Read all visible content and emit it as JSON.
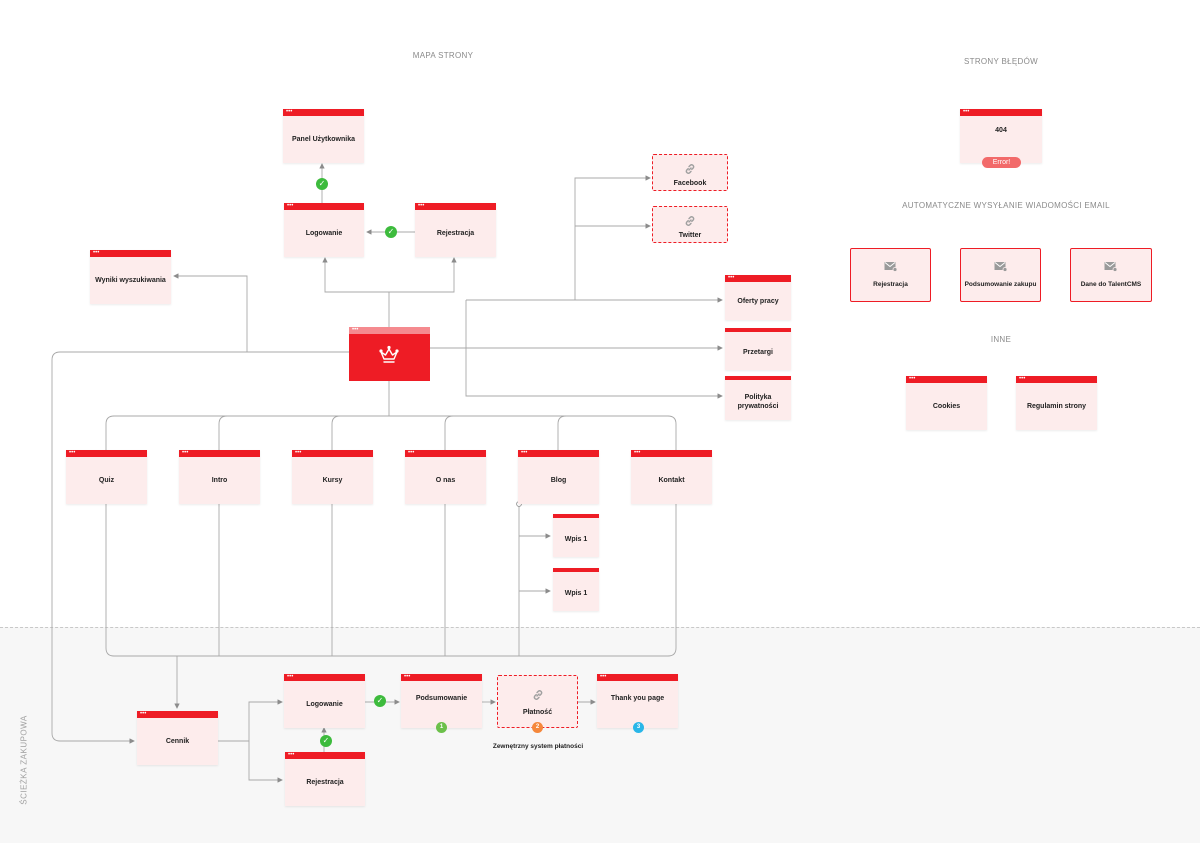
{
  "titles": {
    "sitemap": "MAPA STRONY",
    "errors": "STRONY BŁĘDÓW",
    "emails": "AUTOMATYCZNE WYSYŁANIE WIADOMOŚCI EMAIL",
    "other": "INNE",
    "checkout_path": "ŚCIEŻKA ZAKUPOWA"
  },
  "pages": {
    "panel": "Panel Użytkownika",
    "logowanie": "Logowanie",
    "rejestracja": "Rejestracja",
    "wyniki": "Wyniki wyszukiwania",
    "oferty": "Oferty pracy",
    "przetargi": "Przetargi",
    "polityka": "Polityka prywatności",
    "quiz": "Quiz",
    "intro": "Intro",
    "kursy": "Kursy",
    "onas": "O nas",
    "blog": "Blog",
    "kontakt": "Kontakt",
    "wpis1": "Wpis 1",
    "wpis2": "Wpis 1"
  },
  "external": {
    "facebook": "Facebook",
    "twitter": "Twitter"
  },
  "errors": {
    "page": "404",
    "badge": "Error!"
  },
  "emails": {
    "rejestracja": "Rejestracja",
    "podsumowanie": "Podsumowanie zakupu",
    "dane": "Dane do TalentCMS"
  },
  "other": {
    "cookies": "Cookies",
    "regulamin": "Regulamin strony"
  },
  "checkout": {
    "cennik": "Cennik",
    "logowanie": "Logowanie",
    "rejestracja": "Rejestracja",
    "podsumowanie": "Podsumowanie",
    "platnosc": "Płatność",
    "thankyou": "Thank you page",
    "step1": "1",
    "step2": "2",
    "step3": "3",
    "payment_note": "Zewnętrzny system płatności"
  },
  "icons": {
    "window_dots": "•••",
    "check": "✓",
    "link": "link-icon",
    "mail": "mail-icon",
    "crown": "crown-logo"
  },
  "colors": {
    "accent": "#ee1c25",
    "card_bg": "#fdecec",
    "check": "#3dbb3d",
    "step1": "#6cc04a",
    "step2": "#f5873b",
    "step3": "#29b6e8"
  }
}
